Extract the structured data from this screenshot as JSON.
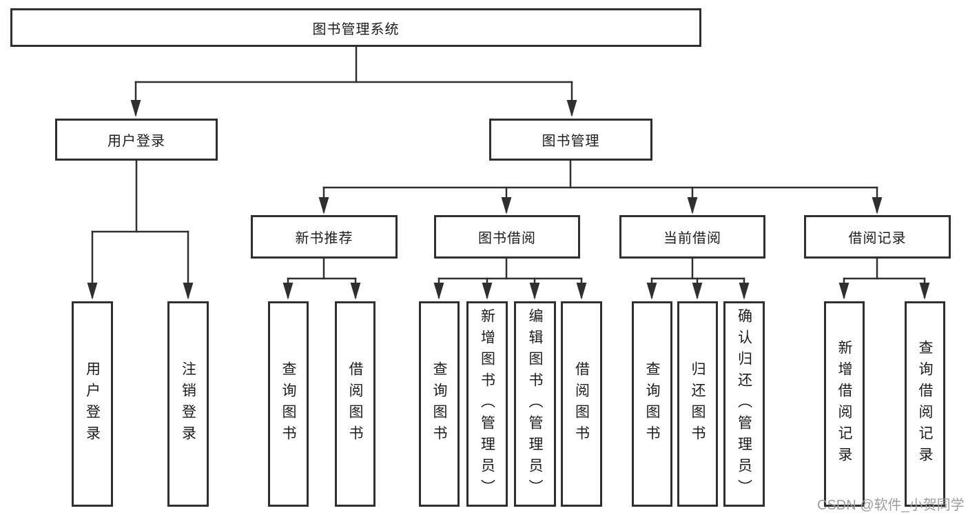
{
  "colors": {
    "line": "#2f2f2f",
    "node_border": "#2f2f2f",
    "node_text": "#1c1c1c",
    "background": "#ffffff",
    "watermark": "#9c9c9c"
  },
  "watermark": "CSDN @软件_小贺同学",
  "diagram": {
    "root": {
      "label": "图书管理系统"
    },
    "branches": [
      {
        "label": "用户登录",
        "children": [
          {
            "label": "用户登录"
          },
          {
            "label": "注销登录"
          }
        ]
      },
      {
        "label": "图书管理",
        "groups": [
          {
            "label": "新书推荐",
            "children": [
              {
                "label": "查询图书"
              },
              {
                "label": "借阅图书"
              }
            ]
          },
          {
            "label": "图书借阅",
            "children": [
              {
                "label": "查询图书"
              },
              {
                "label": "新增图书（管理员）"
              },
              {
                "label": "编辑图书（管理员）"
              },
              {
                "label": "借阅图书"
              }
            ]
          },
          {
            "label": "当前借阅",
            "children": [
              {
                "label": "查询图书"
              },
              {
                "label": "归还图书"
              },
              {
                "label": "确认归还（管理员）"
              }
            ]
          },
          {
            "label": "借阅记录",
            "children": [
              {
                "label": "新增借阅记录"
              },
              {
                "label": "查询借阅记录"
              }
            ]
          }
        ]
      }
    ]
  }
}
